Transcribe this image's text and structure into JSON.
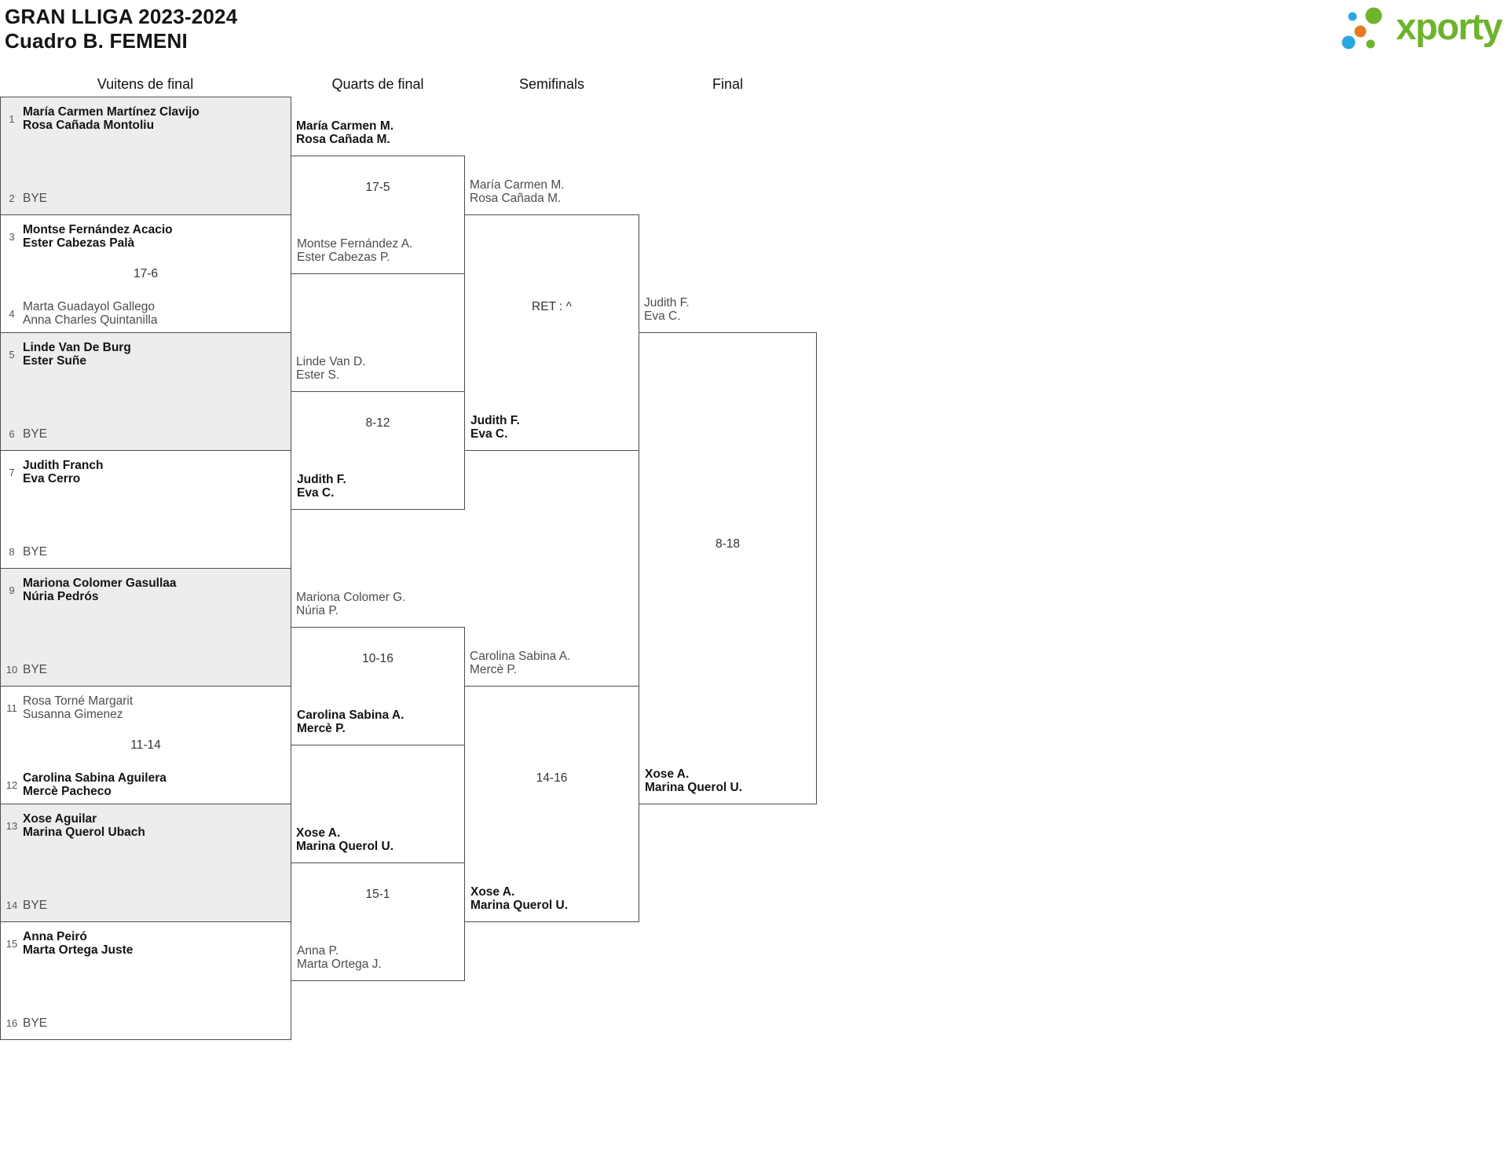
{
  "header": {
    "title_line1": "GRAN LLIGA 2023-2024",
    "title_line2": "Cuadro B. FEMENI"
  },
  "logo": {
    "text": "xporty",
    "colors": {
      "green": "#6eb32c",
      "blue": "#2aa9e0",
      "orange": "#e8791f"
    }
  },
  "rounds": {
    "r16_label": "Vuitens de final",
    "qf_label": "Quarts de final",
    "sf_label": "Semifinals",
    "final_label": "Final"
  },
  "bracket": {
    "r16": [
      {
        "seed_top": "1",
        "top1": "María Carmen Martínez Clavijo",
        "top2": "Rosa Cañada Montoliu",
        "top_winner": true,
        "seed_bottom": "2",
        "bottom1": "BYE",
        "bottom2": "",
        "bottom_winner": false,
        "score": ""
      },
      {
        "seed_top": "3",
        "top1": "Montse Fernández Acacio",
        "top2": "Ester Cabezas Palà",
        "top_winner": true,
        "seed_bottom": "4",
        "bottom1": "Marta Guadayol Gallego",
        "bottom2": "Anna Charles Quintanilla",
        "bottom_winner": false,
        "score": "17-6"
      },
      {
        "seed_top": "5",
        "top1": "Linde Van De Burg",
        "top2": "Ester Suñe",
        "top_winner": true,
        "seed_bottom": "6",
        "bottom1": "BYE",
        "bottom2": "",
        "bottom_winner": false,
        "score": ""
      },
      {
        "seed_top": "7",
        "top1": "Judith Franch",
        "top2": "Eva Cerro",
        "top_winner": true,
        "seed_bottom": "8",
        "bottom1": "BYE",
        "bottom2": "",
        "bottom_winner": false,
        "score": ""
      },
      {
        "seed_top": "9",
        "top1": "Mariona Colomer Gasullaa",
        "top2": "Núria Pedrós",
        "top_winner": true,
        "seed_bottom": "10",
        "bottom1": "BYE",
        "bottom2": "",
        "bottom_winner": false,
        "score": ""
      },
      {
        "seed_top": "11",
        "top1": "Rosa Torné Margarit",
        "top2": "Susanna Gimenez",
        "top_winner": false,
        "seed_bottom": "12",
        "bottom1": "Carolina Sabina Aguilera",
        "bottom2": "Mercè Pacheco",
        "bottom_winner": true,
        "score": "11-14"
      },
      {
        "seed_top": "13",
        "top1": "Xose Aguilar",
        "top2": "Marina Querol Ubach",
        "top_winner": true,
        "seed_bottom": "14",
        "bottom1": "BYE",
        "bottom2": "",
        "bottom_winner": false,
        "score": ""
      },
      {
        "seed_top": "15",
        "top1": "Anna Peiró",
        "top2": "Marta Ortega Juste",
        "top_winner": true,
        "seed_bottom": "16",
        "bottom1": "BYE",
        "bottom2": "",
        "bottom_winner": false,
        "score": ""
      }
    ],
    "qf": [
      {
        "t1a": "María Carmen M.",
        "t1b": "Rosa Cañada M.",
        "t1_winner": true,
        "t2a": "Montse Fernández A.",
        "t2b": "Ester Cabezas P.",
        "t2_winner": false,
        "score": "17-5"
      },
      {
        "t1a": "Linde Van D.",
        "t1b": "Ester S.",
        "t1_winner": false,
        "t2a": "Judith F.",
        "t2b": "Eva C.",
        "t2_winner": true,
        "score": "8-12"
      },
      {
        "t1a": "Mariona Colomer G.",
        "t1b": "Núria P.",
        "t1_winner": false,
        "t2a": "Carolina Sabina A.",
        "t2b": "Mercè P.",
        "t2_winner": true,
        "score": "10-16"
      },
      {
        "t1a": "Xose A.",
        "t1b": "Marina Querol U.",
        "t1_winner": true,
        "t2a": "Anna P.",
        "t2b": "Marta Ortega J.",
        "t2_winner": false,
        "score": "15-1"
      }
    ],
    "sf": [
      {
        "t1a": "María Carmen M.",
        "t1b": "Rosa Cañada M.",
        "t1_winner": false,
        "t2a": "Judith F.",
        "t2b": "Eva C.",
        "t2_winner": true,
        "score": "RET : ^"
      },
      {
        "t1a": "Carolina Sabina A.",
        "t1b": "Mercè P.",
        "t1_winner": false,
        "t2a": "Xose A.",
        "t2b": "Marina Querol U.",
        "t2_winner": true,
        "score": "14-16"
      }
    ],
    "final": {
      "t1a": "Judith F.",
      "t1b": "Eva C.",
      "t1_winner": false,
      "t2a": "Xose A.",
      "t2b": "Marina Querol U.",
      "t2_winner": true,
      "score": "8-18"
    }
  }
}
